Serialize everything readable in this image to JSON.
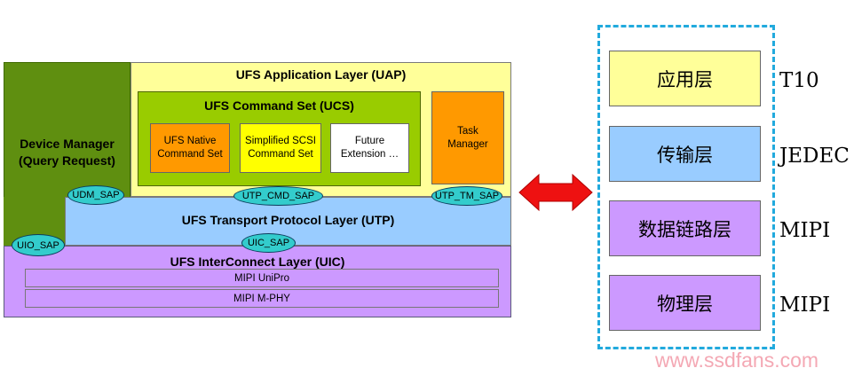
{
  "left_stack": {
    "uap_title": "UFS Application Layer (UAP)",
    "device_manager": "Device Manager\n(Query Request)",
    "ucs_title": "UFS Command Set (UCS)",
    "native_cmd": "UFS Native\nCommand Set",
    "simplified_scsi": "Simplified SCSI\nCommand Set",
    "future_ext": "Future\nExtension …",
    "task_manager": "Task\nManager",
    "utp_title": "UFS Transport  Protocol Layer (UTP)",
    "uic_title": "UFS InterConnect Layer (UIC)",
    "unipro": "MIPI UniPro",
    "mphy": "MIPI M-PHY",
    "saps": {
      "udm": "UDM_SAP",
      "utp_cmd": "UTP_CMD_SAP",
      "utp_tm": "UTP_TM_SAP",
      "uio": "UIO_SAP",
      "uic": "UIC_SAP"
    }
  },
  "right_stack": {
    "layers": [
      "应用层",
      "传输层",
      "数据链路层",
      "物理层"
    ],
    "standards": [
      "T10",
      "JEDEC",
      "MIPI",
      "MIPI"
    ]
  },
  "watermark": "www.ssdfans.com",
  "colors": {
    "application": "#ffff99",
    "device_manager": "#5f8f10",
    "command_set": "#99cc00",
    "native": "#ff9900",
    "simplified": "#ffff00",
    "transport": "#99ccff",
    "interconnect": "#cc99ff",
    "sap": "#33cccc",
    "arrow": "#ee1111",
    "dashed_border": "#22aadd",
    "watermark": "#f4a8b4"
  }
}
